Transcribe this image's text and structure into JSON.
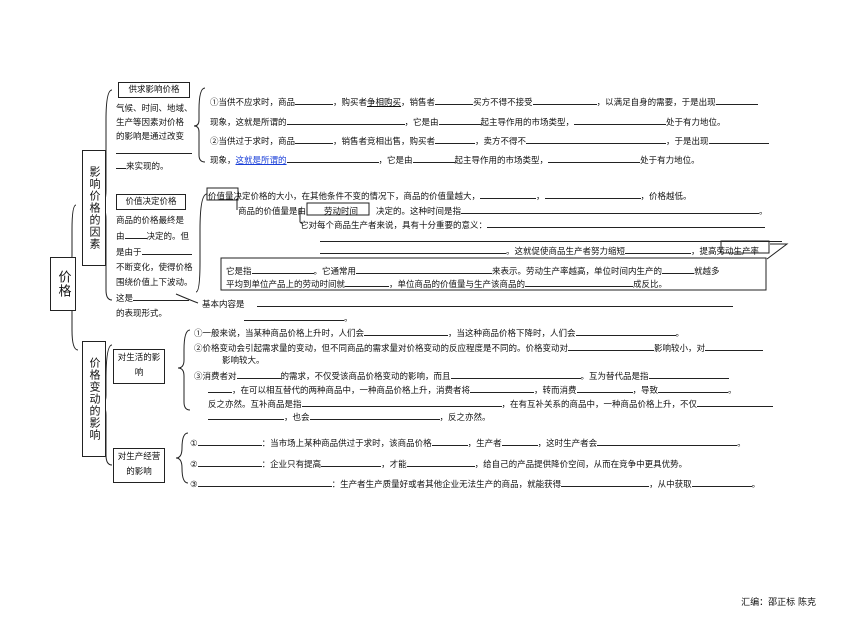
{
  "root": {
    "title": "价格"
  },
  "branch1": {
    "title": "影响价格的因素",
    "sec1": {
      "header": "供求影响价格",
      "desc": [
        "气候、时间、地域、",
        "生产等因素对价格",
        "的影响是通过改变",
        "来实现的。"
      ],
      "lines": [
        "①当供不应求时，商品",
        "，购买者",
        "争相购买",
        "，销售者",
        "买方不得不接受",
        "，以满足自身的需要，于是出现",
        "现象，这就是所谓的",
        "，它是由",
        "起主导作用的市场类型，",
        "处于有力地位。",
        "②当供过于求时，商品",
        "，销售者竞相出售，购买者",
        "，卖方不得不",
        "，于是出现",
        "现象，",
        "这就是所谓的",
        "，它是由",
        "起主导作用的市场类型，",
        "处于有力地位。"
      ]
    },
    "sec2": {
      "header": "价值决定价格",
      "desc": [
        "商品的价格最终是",
        "由",
        "决定的。但",
        "是由于",
        "不断变化，使得价格",
        "围绕价值上下波动。",
        "这是",
        "的表现形式。"
      ],
      "lines": {
        "l1a": "价值量",
        "l1b": "决定价格的大小，在其他条件不变的情况下，商品的价值量越大，",
        "l1c": "，",
        "l1d": "，价格越低。",
        "l2a": "商品的价值量是由",
        "l2b": "劳动时间",
        "l2c": "决定的。这种时间是指",
        "l2d": "。",
        "l3a": "它对每个商品生产者来说，具有十分重要的意义：",
        "l4a": "。这就促使商品生产者努力缩短",
        "l4b": "，提高",
        "l4c": "劳动生产率",
        "l5a": "它是指",
        "l5b": "。它通常用",
        "l5c": "来表示。劳动生产率越高，单位时间内生产的",
        "l5d": "就越多",
        "l6a": "平均到单位产品上的劳动时间就",
        "l6b": "，单位商品的价值量与生产该商品的",
        "l6c": "成反比。"
      }
    },
    "law": {
      "label": "基本内容是",
      "end": "。"
    }
  },
  "branch2": {
    "title": "价格变动的影响",
    "sec1": {
      "header": "对生活的影响",
      "lines": {
        "a1": "①一般来说，当某种商品价格上升时，人们会",
        "a2": "，当这种商品价格下降时，人们会",
        "a3": "。",
        "b1": "②价格变动会引起需求量的变动，但不同商品的需求量对价格变动的反应程度是不同的。价格变动对",
        "b2": "影响较小，对",
        "b3": "影响较大。",
        "c1": "③消费者对",
        "c2": "的需求，不仅受该商品价格变动的影响，而且",
        "c3": "。互为替代品是指",
        "d1": "，在可以相互替代的两种商品中，一种商品价格上升，消费者将",
        "d2": "，转而消费",
        "d3": "，导致",
        "d4": "。",
        "e1": "反之亦然。互补商品是指",
        "e2": "，在有互补关系的商品中，一种商品价格上升，不仅",
        "f1": "，也会",
        "f2": "，反之亦然。"
      }
    },
    "sec2": {
      "header": "对生产经营的影响",
      "lines": {
        "a1": "①",
        "a2": "：当市场上某种商品供过于求时，该商品价格",
        "a3": "，生产者",
        "a4": "，这时生产者会",
        "a5": "。",
        "b1": "②",
        "b2": "：企业只有提高",
        "b3": "，才能",
        "b4": "，给自己的产品提供降价空间，从而在竞争中更具优势。",
        "c1": "③",
        "c2": "：生产者生产质量好或者其他企业无法生产的商品，就能获得",
        "c3": "，从中获取",
        "c4": "。"
      }
    }
  },
  "footer": "汇编：邵正标  陈克"
}
